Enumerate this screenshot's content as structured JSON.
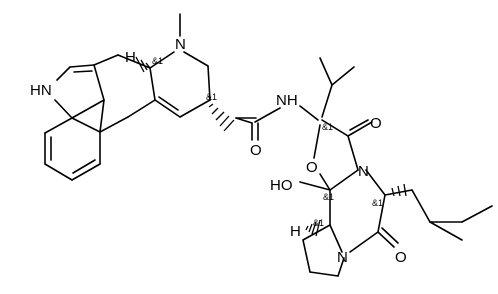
{
  "atoms": {
    "indole_nh": "HN",
    "amine_n": "N",
    "amide_nh": "NH",
    "amide_o": "O",
    "ring_o": "O",
    "ketone_o_top": "O",
    "hydroxyl": "HO",
    "lactam_n": "N",
    "pyrrolidine_n": "N",
    "ketone_o_bottom": "O",
    "h_top": "H",
    "h_bottom": "H"
  },
  "stereo_labels": {
    "c5": "&1",
    "c8": "&1",
    "c2p": "&1",
    "c12p": "&1",
    "c5p": "&1",
    "c11p": "&1"
  }
}
